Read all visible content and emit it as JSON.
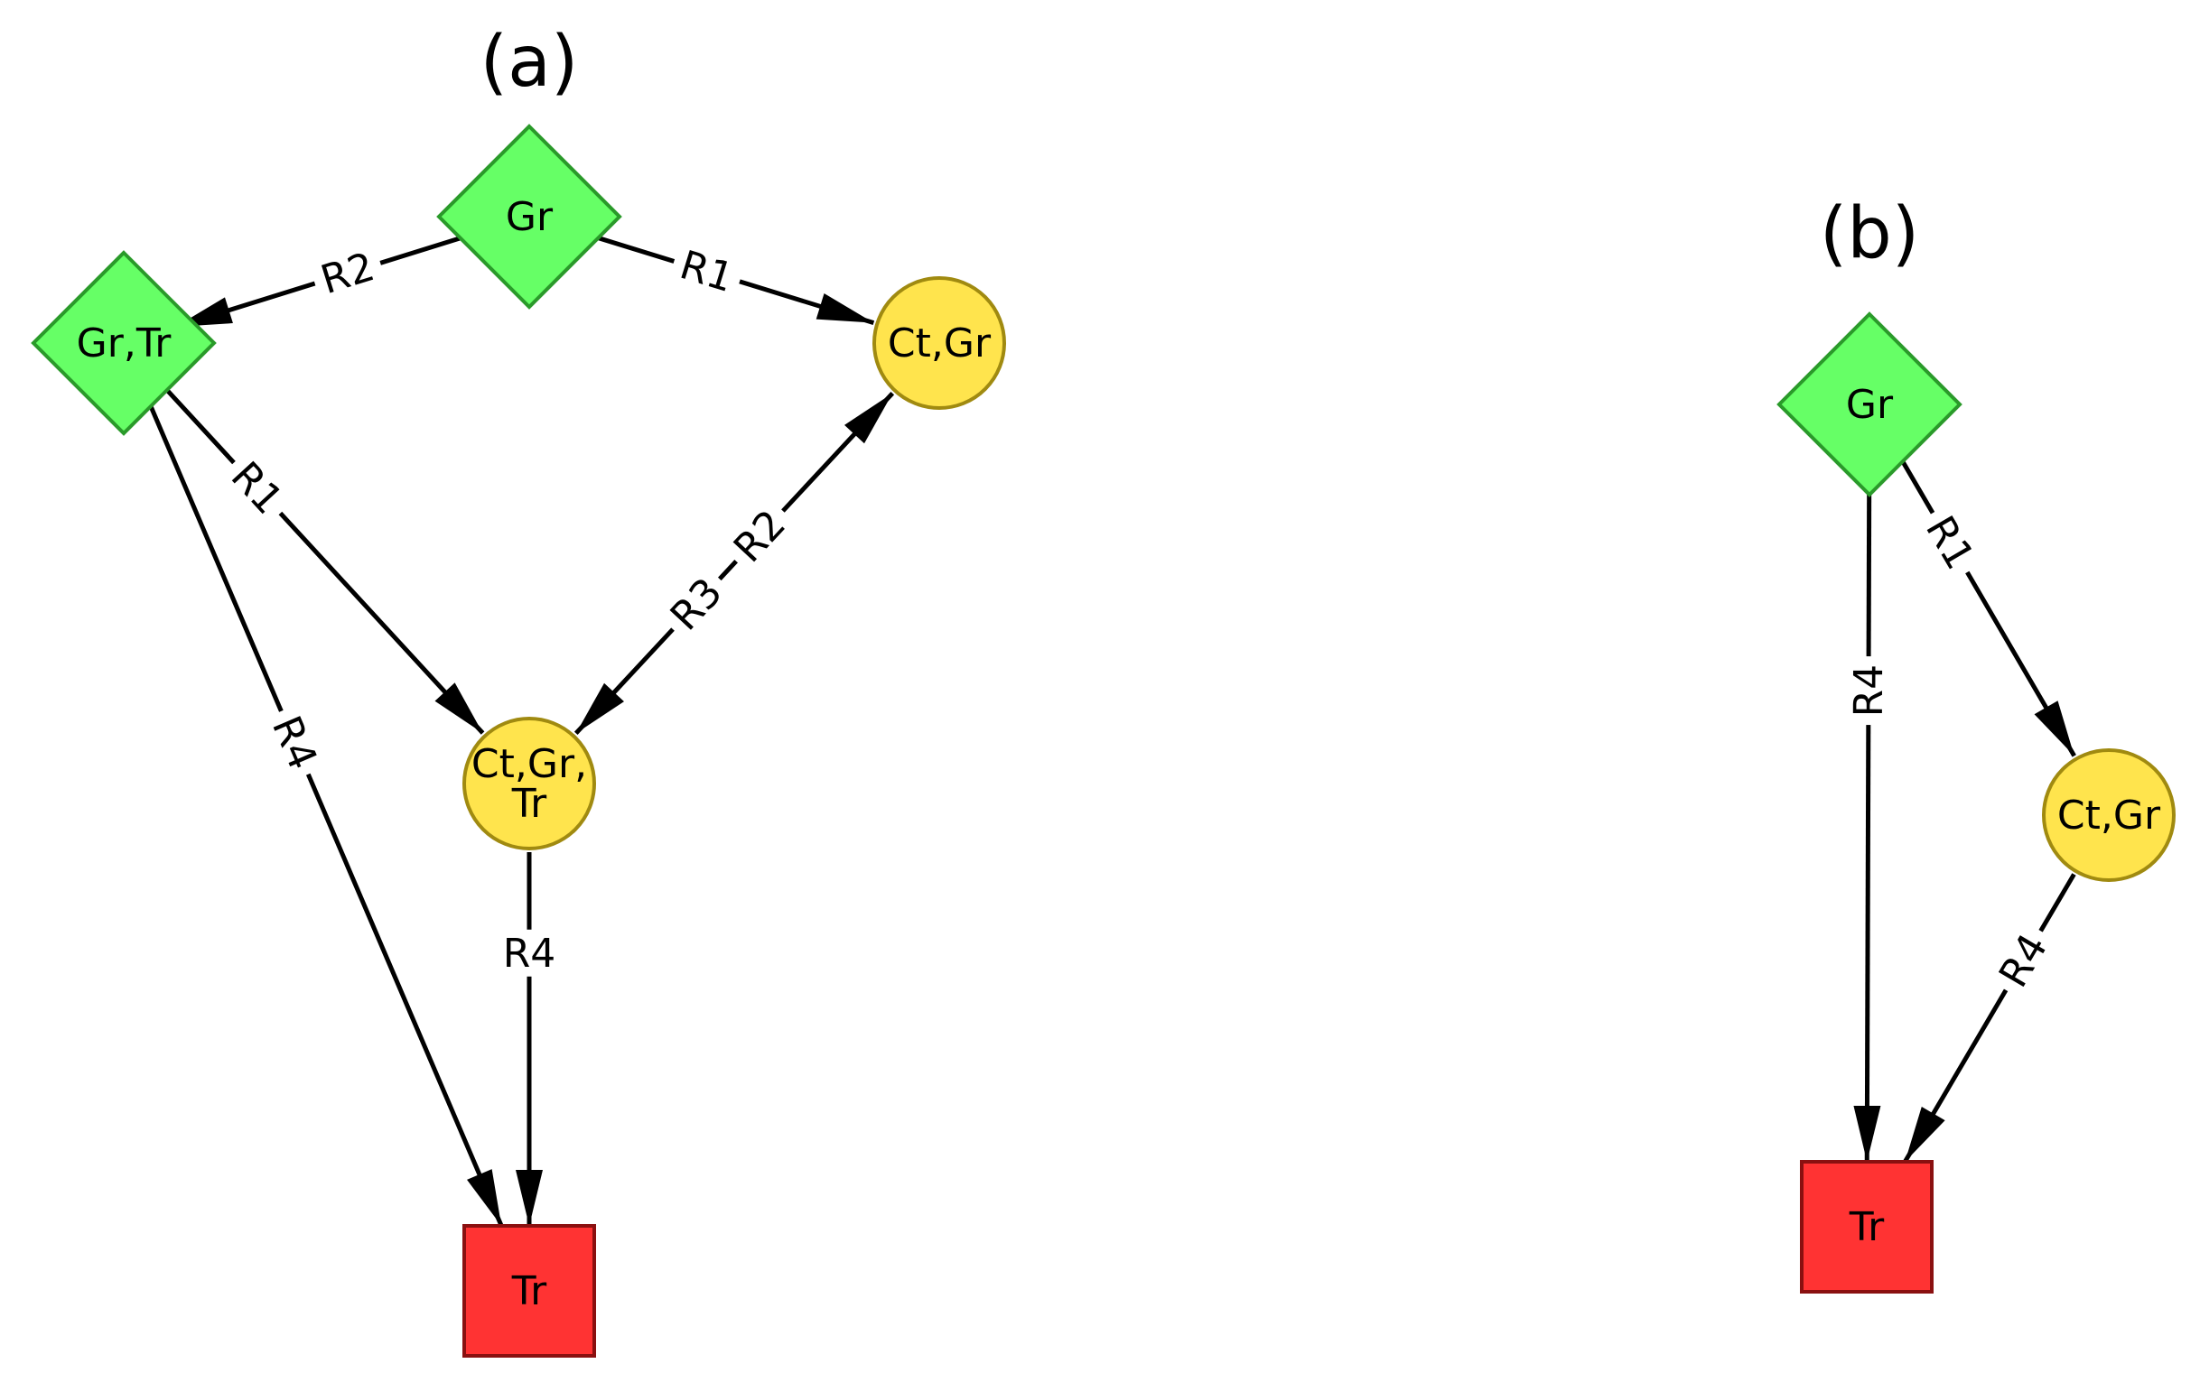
{
  "panels": [
    {
      "label": "(a)",
      "nodes": [
        {
          "id": "a_gr",
          "lines": [
            "Gr"
          ],
          "shape": "diamond"
        },
        {
          "id": "a_grtr",
          "lines": [
            "Gr,Tr"
          ],
          "shape": "diamond"
        },
        {
          "id": "a_ctgr",
          "lines": [
            "Ct,Gr"
          ],
          "shape": "circle"
        },
        {
          "id": "a_ctgrtr",
          "lines": [
            "Ct,Gr,",
            "Tr"
          ],
          "shape": "circle"
        },
        {
          "id": "a_tr",
          "lines": [
            "Tr"
          ],
          "shape": "square"
        }
      ],
      "edges": [
        {
          "from": "a_gr",
          "to": "a_grtr",
          "label": "R2"
        },
        {
          "from": "a_gr",
          "to": "a_ctgr",
          "label": "R1"
        },
        {
          "from": "a_grtr",
          "to": "a_ctgrtr",
          "label": "R1"
        },
        {
          "from": "a_ctgrtr",
          "to": "a_ctgr",
          "label": "R2",
          "bidirectional_label": "R3"
        },
        {
          "from": "a_grtr",
          "to": "a_tr",
          "label": "R4"
        },
        {
          "from": "a_ctgrtr",
          "to": "a_tr",
          "label": "R4"
        }
      ]
    },
    {
      "label": "(b)",
      "nodes": [
        {
          "id": "b_gr",
          "lines": [
            "Gr"
          ],
          "shape": "diamond"
        },
        {
          "id": "b_ctgr",
          "lines": [
            "Ct,Gr"
          ],
          "shape": "circle"
        },
        {
          "id": "b_tr",
          "lines": [
            "Tr"
          ],
          "shape": "square"
        }
      ],
      "edges": [
        {
          "from": "b_gr",
          "to": "b_ctgr",
          "label": "R1"
        },
        {
          "from": "b_gr",
          "to": "b_tr",
          "label": "R4"
        },
        {
          "from": "b_ctgr",
          "to": "b_tr",
          "label": "R4"
        }
      ]
    }
  ],
  "colors": {
    "diamond_fill": "#66ff66",
    "diamond_stroke": "#2a9a2a",
    "circle_fill": "#ffe44d",
    "circle_stroke": "#a08a10",
    "square_fill": "#ff3333",
    "square_stroke": "#8a1010",
    "edge": "#000000"
  }
}
